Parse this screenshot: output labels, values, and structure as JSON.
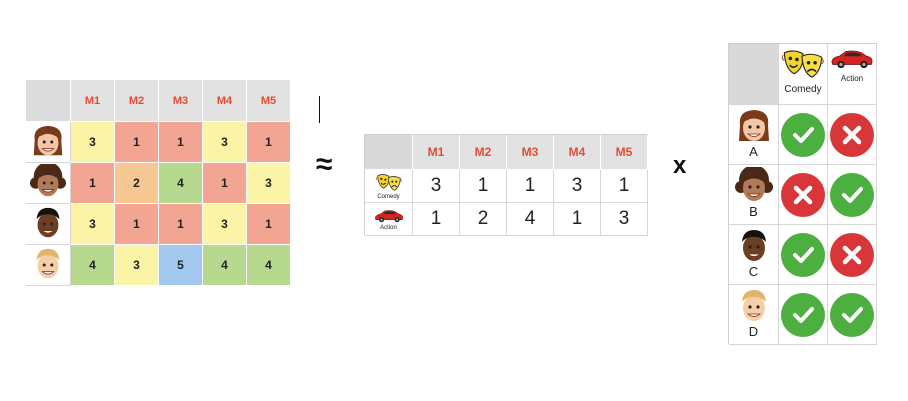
{
  "colors": {
    "rating_1": "#f1a592",
    "rating_2": "#f6c792",
    "rating_3": "#fbf3a5",
    "rating_4": "#b7d88f",
    "rating_5": "#a3c8ef",
    "header_text": "#e34c33",
    "yes": "#4caf3f",
    "no": "#d93639"
  },
  "rating_matrix": {
    "columns": [
      "M1",
      "M2",
      "M3",
      "M4",
      "M5"
    ],
    "rows": [
      {
        "avatar": "woman-red-hair-icon",
        "values": [
          3,
          1,
          1,
          3,
          1
        ]
      },
      {
        "avatar": "woman-curly-hair-icon",
        "values": [
          1,
          2,
          4,
          1,
          3
        ]
      },
      {
        "avatar": "man-dark-skin-icon",
        "values": [
          3,
          1,
          1,
          3,
          1
        ]
      },
      {
        "avatar": "boy-blond-icon",
        "values": [
          4,
          3,
          5,
          4,
          4
        ]
      }
    ]
  },
  "approx_sign": "≈",
  "times_sign": "x",
  "item_matrix": {
    "columns": [
      "M1",
      "M2",
      "M3",
      "M4",
      "M5"
    ],
    "rows": [
      {
        "label": "Comedy",
        "icon": "theater-masks-icon",
        "values": [
          3,
          1,
          1,
          3,
          1
        ]
      },
      {
        "label": "Action",
        "icon": "sports-car-icon",
        "values": [
          1,
          2,
          4,
          1,
          3
        ]
      }
    ]
  },
  "user_matrix": {
    "genres": [
      {
        "label": "Comedy",
        "icon": "theater-masks-icon"
      },
      {
        "label": "Action",
        "icon": "sports-car-icon"
      }
    ],
    "users": [
      {
        "label": "A",
        "avatar": "woman-red-hair-icon",
        "likes": [
          true,
          false
        ]
      },
      {
        "label": "B",
        "avatar": "woman-curly-hair-icon",
        "likes": [
          false,
          true
        ]
      },
      {
        "label": "C",
        "avatar": "man-dark-skin-icon",
        "likes": [
          true,
          false
        ]
      },
      {
        "label": "D",
        "avatar": "boy-blond-icon",
        "likes": [
          true,
          true
        ]
      }
    ]
  }
}
